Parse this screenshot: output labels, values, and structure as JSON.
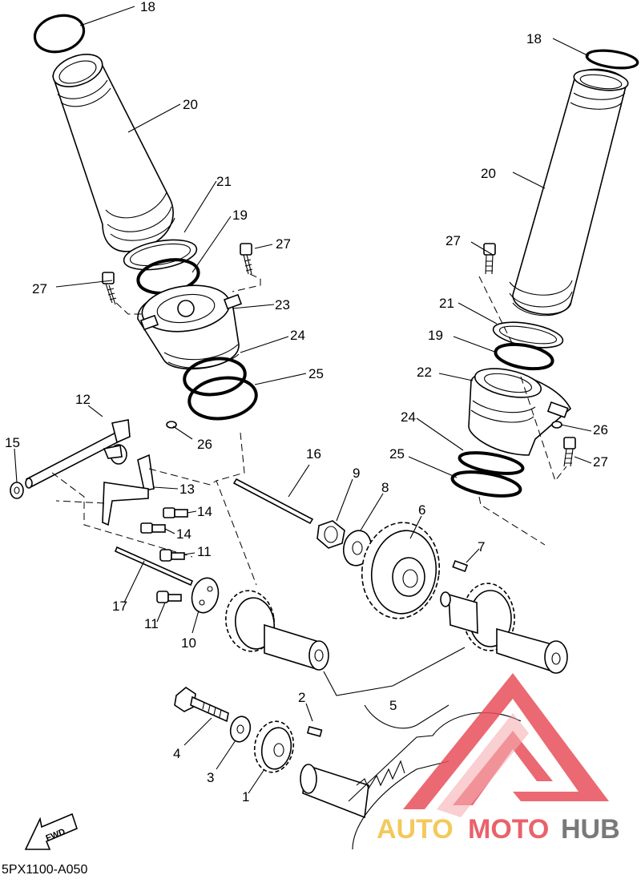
{
  "diagram": {
    "code": "5PX1100-A050",
    "fwd_label": "FWD",
    "callouts": {
      "c18a": "18",
      "c18b": "18",
      "c20a": "20",
      "c20b": "20",
      "c21a": "21",
      "c21b": "21",
      "c19a": "19",
      "c19b": "19",
      "c27a": "27",
      "c27b": "27",
      "c27c": "27",
      "c27d": "27",
      "c23": "23",
      "c22": "22",
      "c24a": "24",
      "c24b": "24",
      "c25a": "25",
      "c25b": "25",
      "c26a": "26",
      "c26b": "26",
      "c12": "12",
      "c15": "15",
      "c13": "13",
      "c14a": "14",
      "c14b": "14",
      "c11a": "11",
      "c11b": "11",
      "c17": "17",
      "c10": "10",
      "c16": "16",
      "c9": "9",
      "c8": "8",
      "c6": "6",
      "c7": "7",
      "c5": "5",
      "c2": "2",
      "c4": "4",
      "c3": "3",
      "c1": "1"
    }
  },
  "watermark": {
    "brand": "AUTOMOTOHUB",
    "brand_part1": "AUTO",
    "brand_part2": "MOTO",
    "brand_part3": "HUB",
    "color_logo": "#e8505a",
    "color_auto": "#f2c44a",
    "color_moto": "#e8505a",
    "color_hub": "#6b6b6b"
  }
}
